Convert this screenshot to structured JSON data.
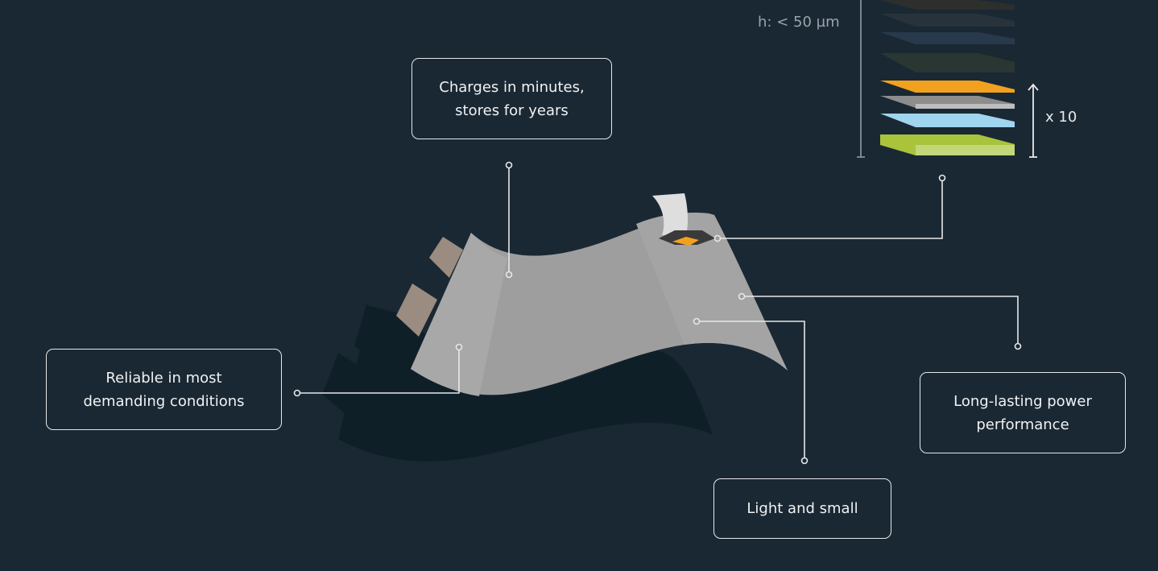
{
  "callouts": {
    "charges": "Charges in minutes, stores for years",
    "reliable": "Reliable in most demanding conditions",
    "long_lasting": "Long-lasting power performance",
    "light_small": "Light and small"
  },
  "layer_stack": {
    "height_label": "h: < 50 µm",
    "repeat_label": "x 10",
    "layer_colors": [
      "#f2a11e",
      "#a3a3a3",
      "#9fd5ee",
      "#a9c43a"
    ]
  },
  "colors": {
    "background": "#1a2833",
    "sheet": "#9e9e9e",
    "line": "#e6e8ea"
  }
}
